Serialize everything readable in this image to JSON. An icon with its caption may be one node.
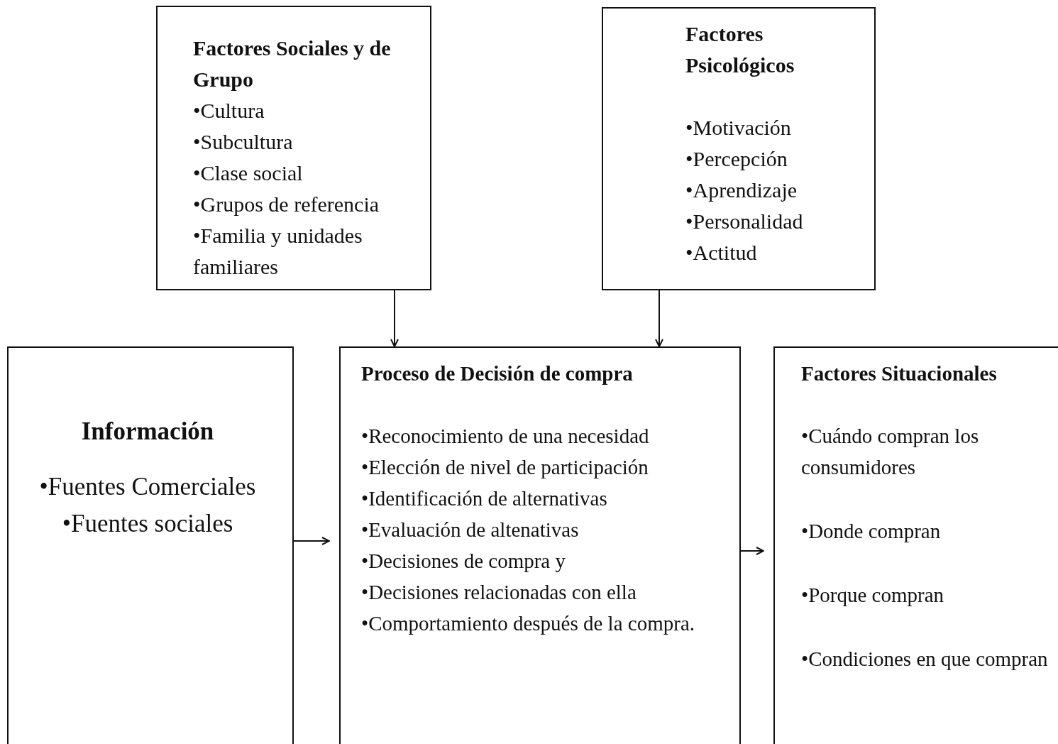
{
  "diagram": {
    "nodes": [
      {
        "text": [
          "Factores Sociales y de Grupo",
          "•Cultura",
          "•Subcultura",
          "•Clase social",
          "•Grupos de referencia",
          "•Familia y unidades familiares"
        ]
      },
      {
        "text": [
          "Factores Psicológicos",
          "•Motivación",
          "•Percepción",
          "•Aprendizaje",
          "•Personalidad",
          "•Actitud"
        ]
      },
      {
        "text": [
          "Información",
          "•Fuentes Comerciales",
          "•Fuentes sociales"
        ]
      },
      {
        "text": [
          "Proceso de Decisión de compra",
          "•Reconocimiento de una necesidad",
          "•Elección de nivel de participación",
          "•Identificación de alternativas",
          "•Evaluación de altenativas",
          "•Decisiones de compra y",
          "•Decisiones relacionadas con ella",
          "•Comportamiento después de la compra."
        ]
      },
      {
        "text": [
          "Factores Situacionales",
          "•Cuándo compran los consumidores",
          "•Donde compran",
          "•Porque compran",
          "•Condiciones en que compran"
        ]
      }
    ],
    "edges": [
      {
        "from": 0,
        "to": 3,
        "arrow": "to"
      },
      {
        "from": 1,
        "to": 3,
        "arrow": "to"
      },
      {
        "from": 2,
        "to": 3,
        "arrow": "to"
      },
      {
        "from": 3,
        "to": 4,
        "arrow": "to"
      }
    ]
  }
}
